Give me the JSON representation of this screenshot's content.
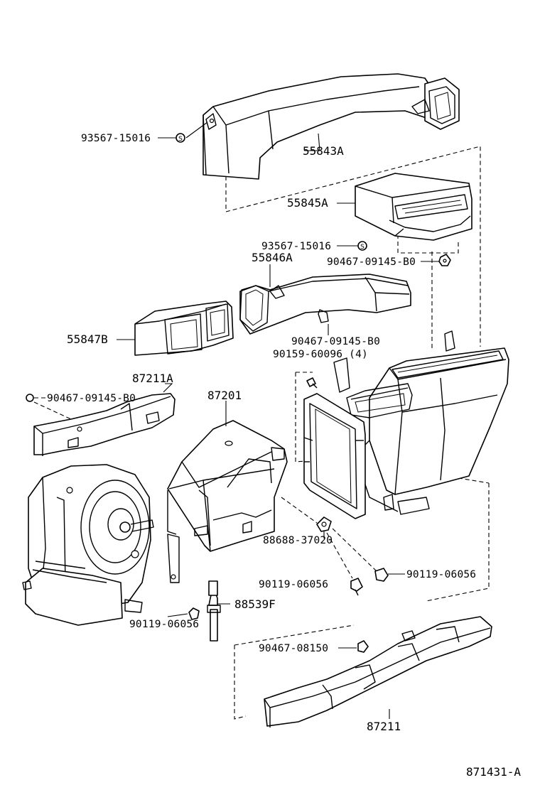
{
  "diagram": {
    "parts": {
      "duct_upper_clip": "93567-15016",
      "duct_upper": "55843A",
      "duct_vent": "55845A",
      "duct_mid_clip": "93567-15016",
      "duct_mid": "55846A",
      "screw_top": "90467-09145-B0",
      "duct_left": "55847B",
      "clip_mid": "90467-09145-B0",
      "bolt_set": "90159-60096 (4)",
      "duct_floor_left": "87211A",
      "clip_left": "90467-09145-B0",
      "heater_unit": "87201",
      "clamp": "88688-37020",
      "screw_right": "90119-06056",
      "screw_center": "90119-06056",
      "hose": "88539F",
      "screw_left": "90119-06056",
      "clip_floor": "90467-08150",
      "duct_floor_right": "87211"
    },
    "figure_id": "871431-A"
  }
}
